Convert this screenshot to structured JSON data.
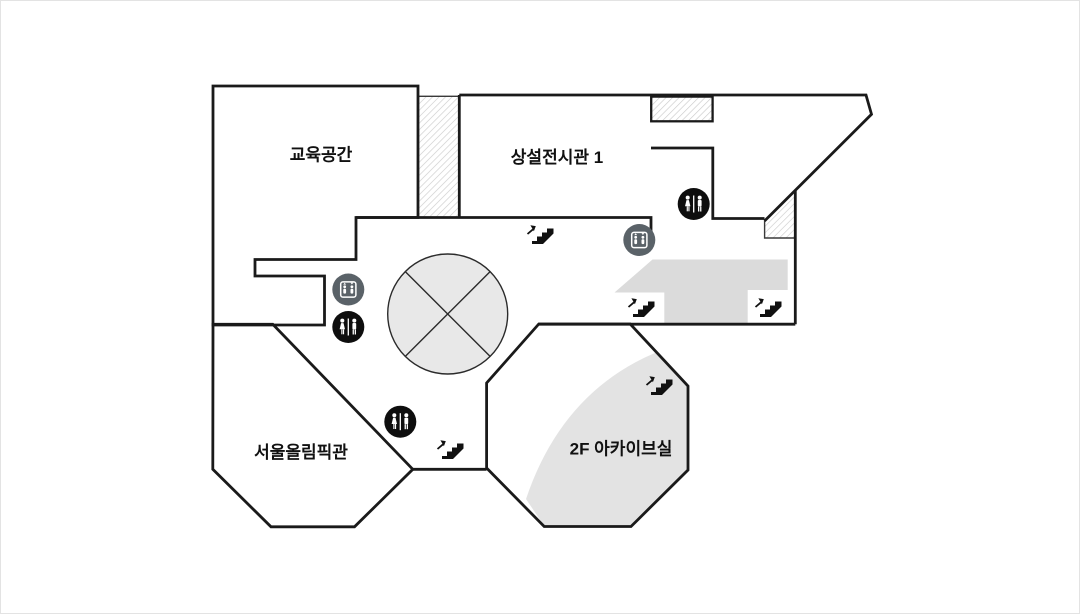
{
  "page": {
    "type": "floor-map",
    "background": "#ffffff",
    "border_color": "#e3e3e3"
  },
  "rooms": [
    {
      "name": "education-space",
      "label": "교육공간"
    },
    {
      "name": "permanent-exhibition-hall-1",
      "label": "상설전시관 1"
    },
    {
      "name": "seoul-olympic-hall",
      "label": "서울올림픽관"
    },
    {
      "name": "archive-room-2f",
      "label": "2F 아카이브실"
    }
  ],
  "icons": {
    "stairs": {
      "name": "stairs-icon",
      "count": 5
    },
    "elevator": {
      "name": "elevator-icon",
      "count": 2
    },
    "restroom": {
      "name": "restroom-icon",
      "count": 3
    }
  },
  "colors": {
    "wall": "#1a1a1a",
    "thin_line": "#3a3a3a",
    "zone_fill": "#dbdbdb",
    "archive_zone_fill": "#e3e3e3",
    "rotunda_fill": "#e8e8e8",
    "rotunda_stroke": "#2b2b2b",
    "elevator_badge": "#5a6268",
    "restroom_badge": "#0e0e0e",
    "icon_glyph": "#111111",
    "hatch_line": "#cccccc"
  }
}
